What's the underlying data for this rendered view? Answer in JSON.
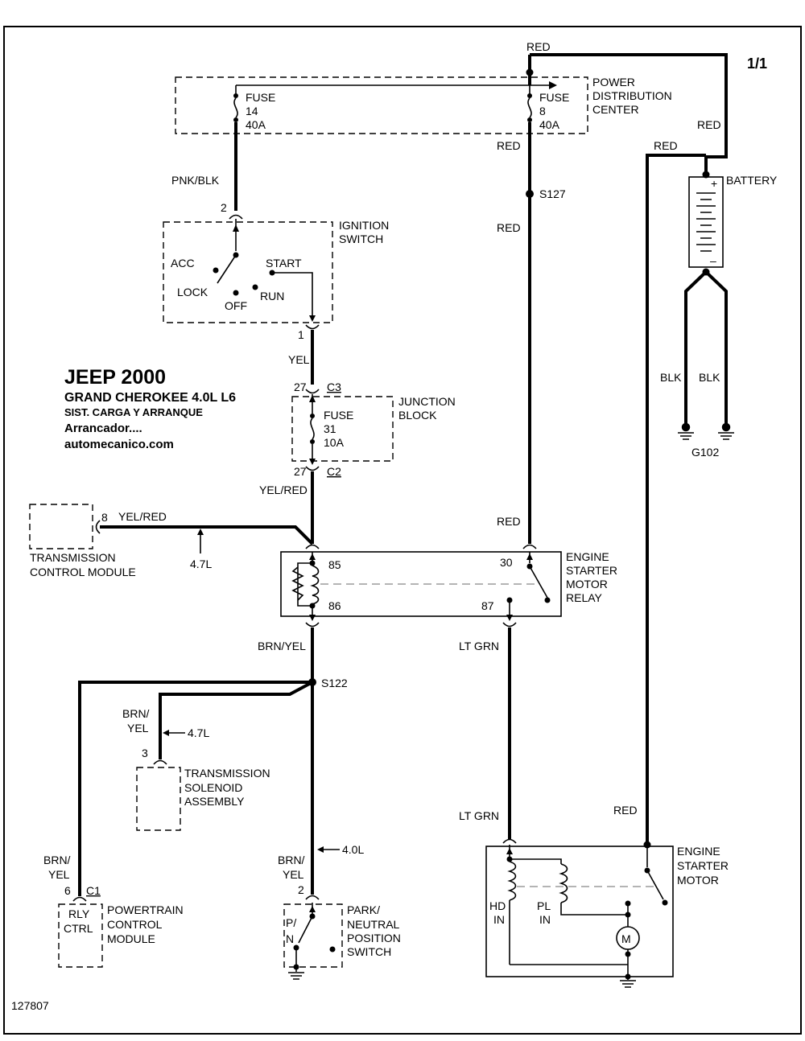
{
  "page_no": "1/1",
  "diagram_id": "127807",
  "title": {
    "line1": "JEEP 2000",
    "line2": "GRAND CHEROKEE 4.0L L6",
    "line3": "SIST. CARGA Y ARRANQUE",
    "line4": "Arrancador....",
    "line5": "automecanico.com"
  },
  "pdc": {
    "line1": "POWER",
    "line2": "DISTRIBUTION",
    "line3": "CENTER",
    "fuse14": {
      "l1": "FUSE",
      "l2": "14",
      "l3": "40A"
    },
    "fuse8": {
      "l1": "FUSE",
      "l2": "8",
      "l3": "40A"
    }
  },
  "battery": {
    "label": "BATTERY",
    "plus": "+",
    "minus": "–"
  },
  "ground": {
    "g102": "G102"
  },
  "ignition": {
    "line1": "IGNITION",
    "line2": "SWITCH",
    "acc": "ACC",
    "start": "START",
    "lock": "LOCK",
    "off": "OFF",
    "run": "RUN",
    "pin_top": "2",
    "pin_bottom": "1"
  },
  "junction": {
    "line1": "JUNCTION",
    "line2": "BLOCK",
    "fuse": {
      "l1": "FUSE",
      "l2": "31",
      "l3": "10A"
    },
    "pin_top": "27",
    "conn_top": "C3",
    "pin_bottom": "27",
    "conn_bottom": "C2"
  },
  "tcm": {
    "line1": "TRANSMISSION",
    "line2": "CONTROL MODULE",
    "pin": "8"
  },
  "relay": {
    "line1": "ENGINE",
    "line2": "STARTER",
    "line3": "MOTOR",
    "line4": "RELAY",
    "pin85": "85",
    "pin86": "86",
    "pin30": "30",
    "pin87": "87"
  },
  "solenoid": {
    "line1": "TRANSMISSION",
    "line2": "SOLENOID",
    "line3": "ASSEMBLY",
    "pin": "3"
  },
  "pcm": {
    "line1": "POWERTRAIN",
    "line2": "CONTROL",
    "line3": "MODULE",
    "rly1": "RLY",
    "rly2": "CTRL",
    "pin": "6",
    "conn": "C1"
  },
  "pnp": {
    "line1": "PARK/",
    "line2": "NEUTRAL",
    "line3": "POSITION",
    "line4": "SWITCH",
    "p": "P/",
    "n": "N",
    "pin": "2"
  },
  "starter": {
    "line1": "ENGINE",
    "line2": "STARTER",
    "line3": "MOTOR",
    "hd1": "HD",
    "hd2": "IN",
    "pl1": "PL",
    "pl2": "IN",
    "m": "M"
  },
  "splices": {
    "s127": "S127",
    "s122": "S122"
  },
  "wires": {
    "red_top": "RED",
    "red_right": "RED",
    "red_bat": "RED",
    "red_pdc": "RED",
    "red_mid": "RED",
    "red_relay": "RED",
    "red_starter": "RED",
    "pnk_blk": "PNK/BLK",
    "yel": "YEL",
    "yel_red": "YEL/RED",
    "yel_red_tcm": "YEL/RED",
    "brn_yel": "BRN/YEL",
    "brn_yel_sol1": "BRN/",
    "brn_yel_sol2": "YEL",
    "brn_yel_pcm1": "BRN/",
    "brn_yel_pcm2": "YEL",
    "brn_yel_pnp1": "BRN/",
    "brn_yel_pnp2": "YEL",
    "lt_grn1": "LT GRN",
    "lt_grn2": "LT GRN",
    "blk1": "BLK",
    "blk2": "BLK"
  },
  "engine_notes": {
    "tcm_note": "4.7L",
    "sol_note": "4.7L",
    "pnp_note": "4.0L"
  }
}
